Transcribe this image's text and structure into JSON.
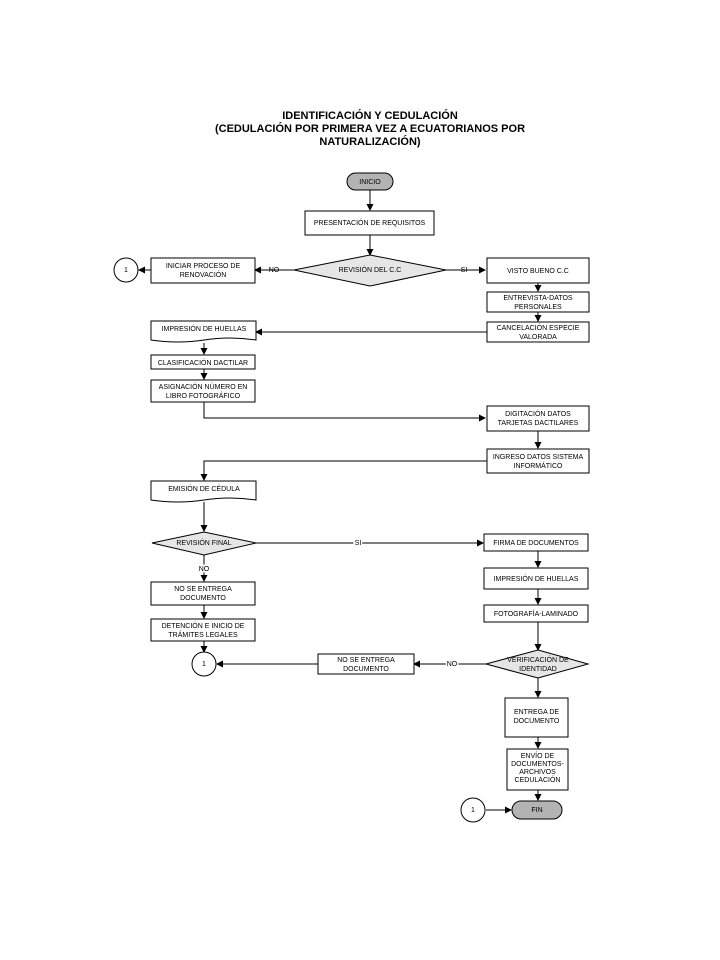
{
  "title": {
    "line1": "IDENTIFICACIÓN Y CEDULACIÓN",
    "line2": "(CEDULACIÓN POR PRIMERA VEZ A ECUATORIANOS POR",
    "line3": "NATURALIZACIÓN)"
  },
  "nodes": {
    "inicio": "INICIO",
    "presentacion": "PRESENTACIÓN DE REQUISITOS",
    "revision_cc": "REVISIÓN DEL C.C",
    "iniciar_renovacion": [
      "INICIAR PROCESO DE",
      "RENOVACIÓN"
    ],
    "visto_bueno": "VISTO BUENO C.C",
    "entrevista": [
      "ENTREVISTA-DATOS",
      "PERSONALES"
    ],
    "cancelacion": [
      "CANCELACIÓN ESPECIE",
      "VALORADA"
    ],
    "impresion_huellas_1": "IMPRESIÓN DE HUELLAS",
    "clasificacion": "CLASIFICACIÓN DACTILAR",
    "asignacion": [
      "ASIGNACIÓN NÚMERO EN",
      "LIBRO FOTOGRÁFICO"
    ],
    "digitacion": [
      "DIGITACIÓN DATOS",
      "TARJETAS DACTILARES"
    ],
    "ingreso": [
      "INGRESO DATOS SISTEMA",
      "INFORMÁTICO"
    ],
    "emision": "EMISIÓN DE CÉDULA",
    "revision_final": "REVISIÓN FINAL",
    "firma": "FIRMA DE DOCUMENTOS",
    "no_entrega_1": [
      "NO SE ENTREGA",
      "DOCUMENTO"
    ],
    "impresion_huellas_2": "IMPRESIÓN DE HUELLAS",
    "detencion": [
      "DETENCIÓN E INICIO DE",
      "TRÁMITES LEGALES"
    ],
    "fotografia": "FOTOGRAFÍA-LAMINADO",
    "no_entrega_2": [
      "NO SE ENTREGA",
      "DOCUMENTO"
    ],
    "verificacion": [
      "VERIFICACIÓN DE",
      "IDENTIDAD"
    ],
    "entrega": [
      "ENTREGA DE",
      "DOCUMENTO"
    ],
    "envio": [
      "ENVÍO DE",
      "DOCUMENTOS-",
      "ARCHIVOS",
      "CEDULACIÓN"
    ],
    "fin": "FIN"
  },
  "connectors": {
    "c1": "1",
    "c2": "1",
    "c3": "1"
  },
  "edge_labels": {
    "rev_cc_no": "NO",
    "rev_cc_si": "SI",
    "rev_final_si": "SI",
    "rev_final_no": "NO",
    "verif_no": "NO"
  }
}
